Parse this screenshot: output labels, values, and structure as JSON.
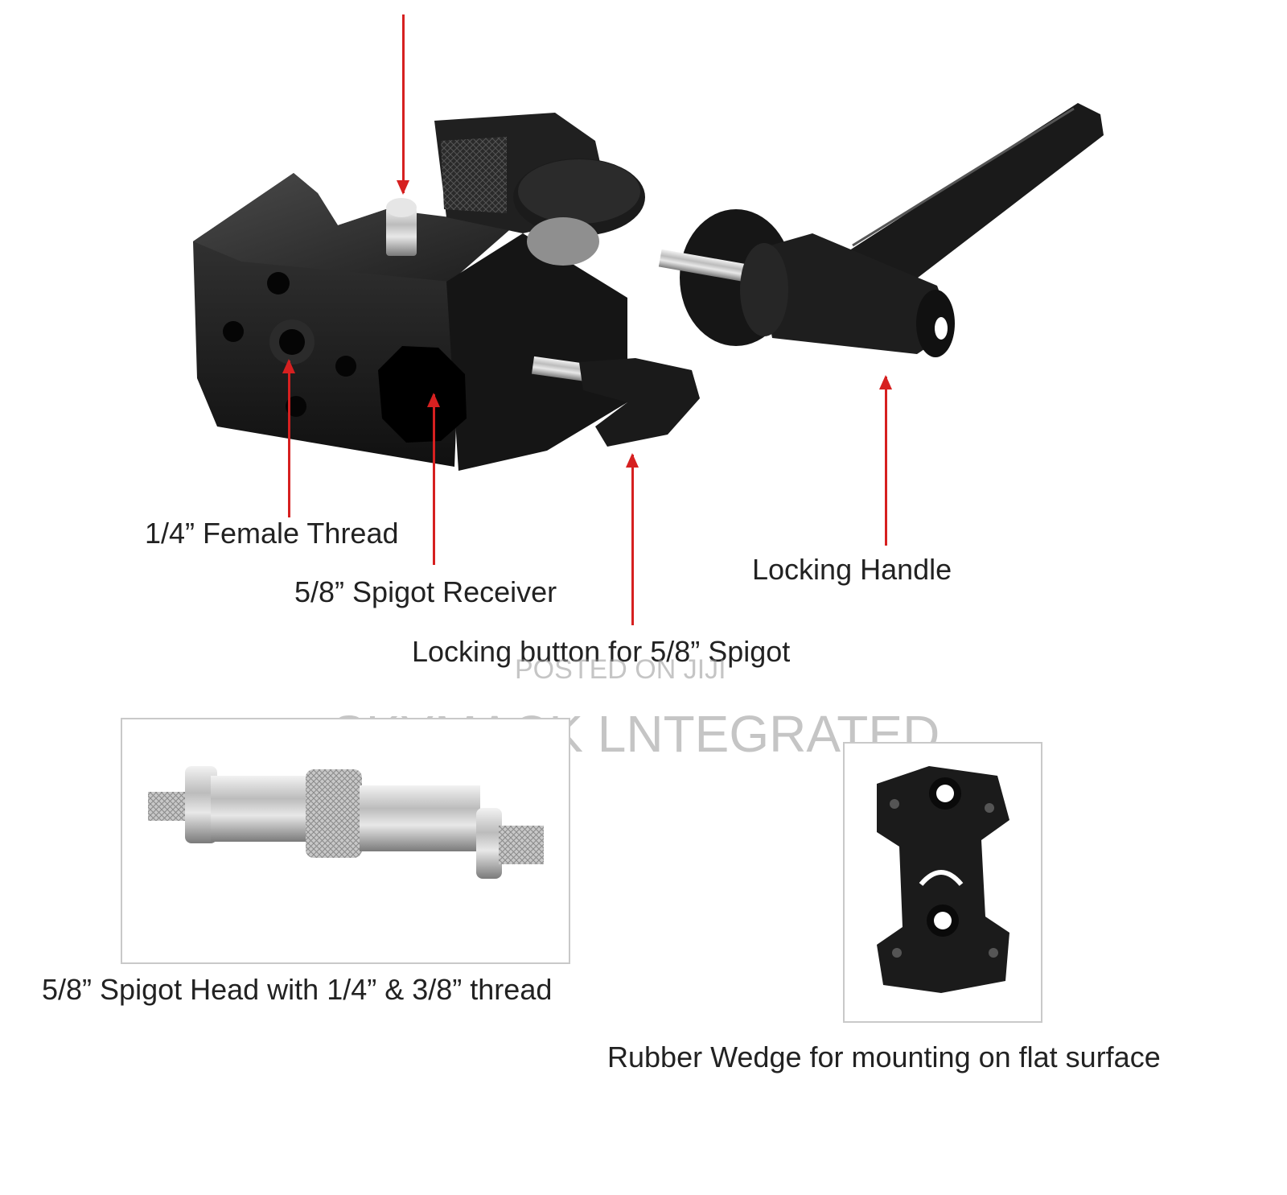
{
  "labels": {
    "female_thread": "1/4” Female Thread",
    "spigot_receiver": "5/8” Spigot Receiver",
    "locking_button": "Locking button for 5/8” Spigot",
    "locking_handle": "Locking Handle",
    "spigot_head": "5/8” Spigot Head with 1/4” & 3/8” thread",
    "rubber_wedge": "Rubber Wedge for mounting on flat surface"
  },
  "watermark": {
    "small": "POSTED ON JIJI",
    "large": "SKYMACK LNTEGRATED"
  },
  "colors": {
    "arrow": "#d62020",
    "metal_dark": "#1c1c1c",
    "background": "#ffffff"
  }
}
